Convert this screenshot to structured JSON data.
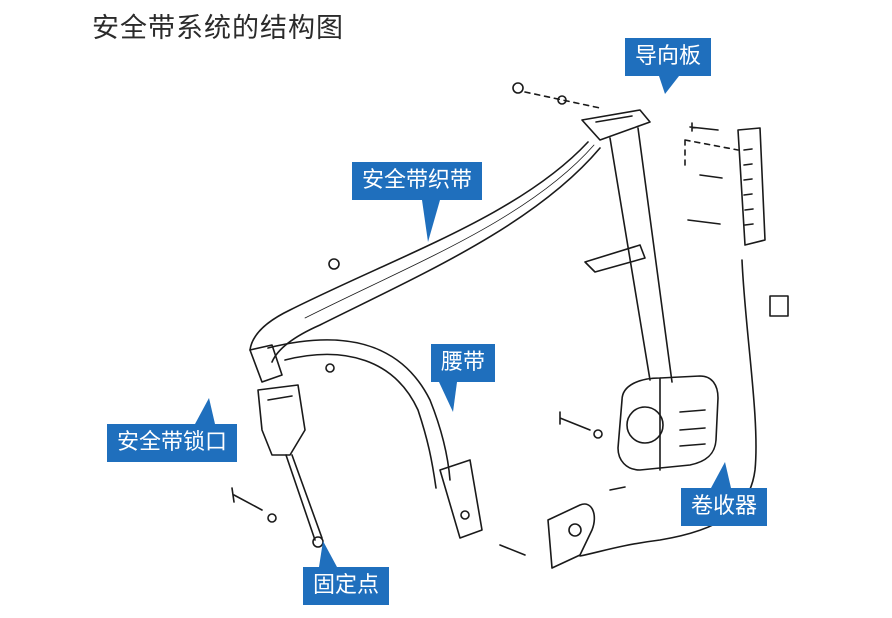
{
  "title": "安全带系统的结构图",
  "labels": {
    "guide_plate": "导向板",
    "webbing": "安全带织带",
    "lap_belt": "腰带",
    "buckle": "安全带锁口",
    "anchor_point": "固定点",
    "retractor": "卷收器"
  },
  "colors": {
    "callout": "#1f6fbd",
    "line_art": "#1a1a1a",
    "background": "#ffffff"
  }
}
